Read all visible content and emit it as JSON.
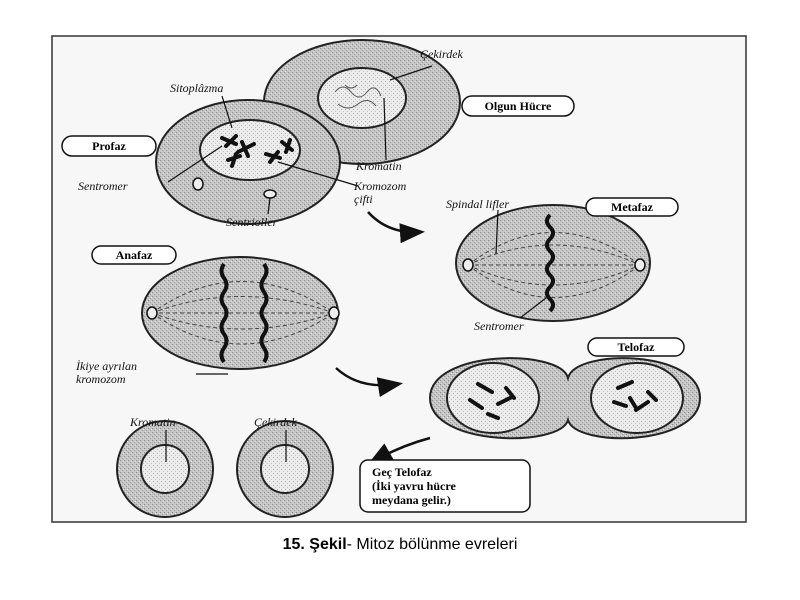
{
  "diagram": {
    "labels": {
      "cekirdek_top": "Çekirdek",
      "sitoplazma": "Sitoplâzma",
      "kromatin_top": "Kromatin",
      "sentromer_top": "Sentromer",
      "kromozom_cifti_1": "Kromozom",
      "kromozom_cifti_2": "çifti",
      "sentrioller": "Sentrioller",
      "spindal": "Spindal lifler",
      "sentromer_meta": "Sentromer",
      "ayrilan_1": "İkiye ayrılan",
      "ayrilan_2": "kromozom",
      "kromatin_bottom": "Kromatin",
      "cekirdek_bottom": "Çekirdek"
    },
    "stages": {
      "olgun": "Olgun Hücre",
      "profaz": "Profaz",
      "metafaz": "Metafaz",
      "anafaz": "Anafaz",
      "telofaz": "Telofaz",
      "gec_1": "Geç Telofaz",
      "gec_2": "(İki yavru hücre",
      "gec_3": "meydana gelir.)"
    }
  },
  "caption": {
    "bold": "15. Şekil",
    "rest": "- Mitoz bölünme evreleri"
  },
  "colors": {
    "frame": "#333333",
    "cell_fill": "#bdbdbd",
    "nucleus_fill": "#e8e8e8",
    "chromosome": "#1a1a1a"
  }
}
